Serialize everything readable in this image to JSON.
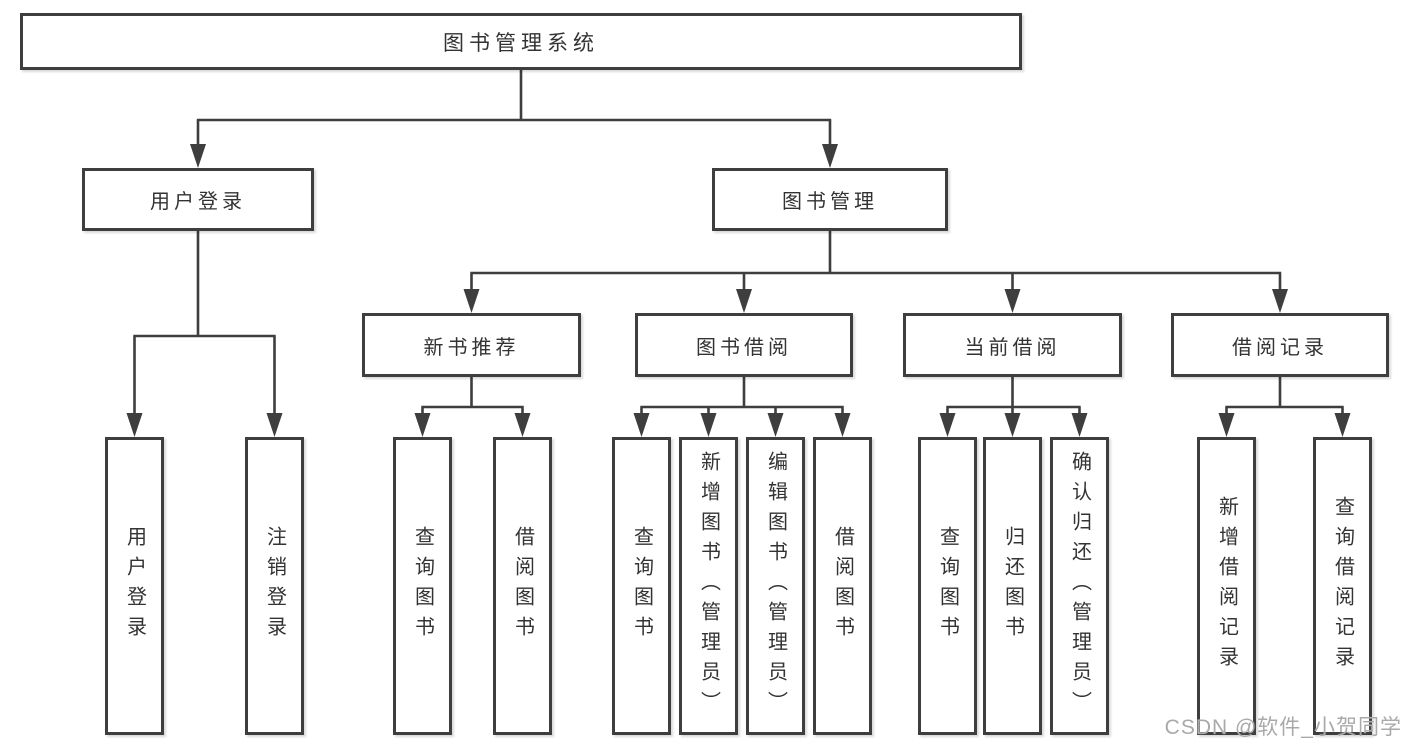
{
  "diagram": {
    "type": "hierarchy-tree",
    "colors": {
      "background": "#ffffff",
      "box_border": "#3e3e3e",
      "connector_line": "#3e3e3e",
      "text": "#333333",
      "watermark_text": "#a9a9a9"
    },
    "tree": {
      "root": {
        "label": "图书管理系统",
        "children": [
          {
            "label": "用户登录",
            "children": [
              {
                "label": "用户登录"
              },
              {
                "label": "注销登录"
              }
            ]
          },
          {
            "label": "图书管理",
            "children": [
              {
                "label": "新书推荐",
                "children": [
                  {
                    "label": "查询图书"
                  },
                  {
                    "label": "借阅图书"
                  }
                ]
              },
              {
                "label": "图书借阅",
                "children": [
                  {
                    "label": "查询图书"
                  },
                  {
                    "label": "新增图书（管理员）"
                  },
                  {
                    "label": "编辑图书（管理员）"
                  },
                  {
                    "label": "借阅图书"
                  }
                ]
              },
              {
                "label": "当前借阅",
                "children": [
                  {
                    "label": "查询图书"
                  },
                  {
                    "label": "归还图书"
                  },
                  {
                    "label": "确认归还（管理员）"
                  }
                ]
              },
              {
                "label": "借阅记录",
                "children": [
                  {
                    "label": "新增借阅记录"
                  },
                  {
                    "label": "查询借阅记录"
                  }
                ]
              }
            ]
          }
        ]
      }
    },
    "watermark": {
      "text": "CSDN @软件_小贺同学"
    }
  }
}
